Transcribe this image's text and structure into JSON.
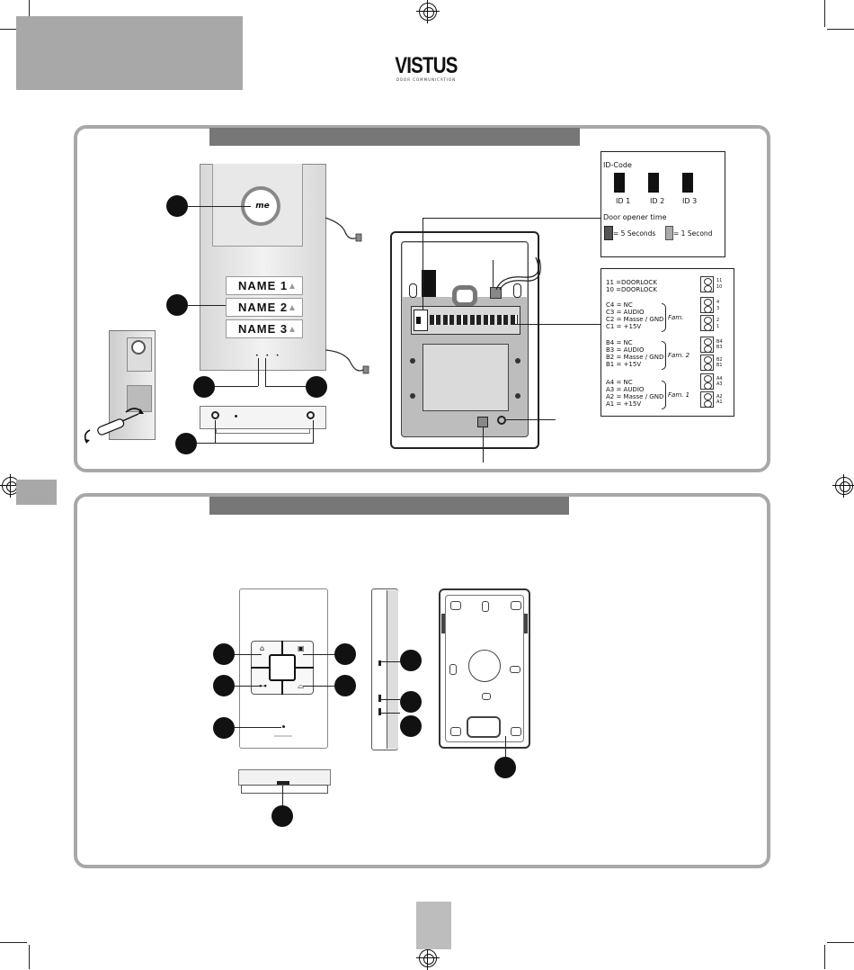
{
  "brand": {
    "name": "VISTUS",
    "tagline": "DOOR COMMUNICATION"
  },
  "colors": {
    "grey_block": "#a8a8a8",
    "section_bar": "#777777",
    "page_tab": "#bdbdbd",
    "callout": "#111111"
  },
  "outdoor_panel": {
    "logo_text": "me",
    "name_buttons": [
      "NAME 1",
      "NAME 2",
      "NAME 3"
    ]
  },
  "id_code_box": {
    "title": "ID-Code",
    "ids": [
      "ID 1",
      "ID 2",
      "ID 3"
    ],
    "door_opener_title": "Door opener time",
    "option_5": "= 5 Seconds",
    "option_1": "= 1 Second"
  },
  "wiring_box": {
    "doorlock": [
      "11 =DOORLOCK",
      "10 =DOORLOCK"
    ],
    "fam3": [
      "C4 = NC",
      "C3 = AUDIO",
      "C2 = Masse / GND",
      "C1 = +15V"
    ],
    "fam2": [
      "B4 = NC",
      "B3 = AUDIO",
      "B2 = Masse / GND",
      "B1 = +15V"
    ],
    "fam1": [
      "A4 = NC",
      "A3 = AUDIO",
      "A2 = Masse / GND",
      "A1 = +15V"
    ],
    "fam3_label": "Fam.",
    "fam2_label": "Fam. 2",
    "fam1_label": "Fam. 1",
    "term_labels": [
      "11",
      "10",
      "4",
      "3",
      "2",
      "1",
      "B4",
      "B3",
      "B2",
      "B1",
      "A4",
      "A3",
      "A2",
      "A1"
    ]
  },
  "icons": [
    "registration-mark-icon",
    "bell-icon",
    "key-icon",
    "door-icon",
    "phone-icon",
    "screwdriver-icon"
  ]
}
